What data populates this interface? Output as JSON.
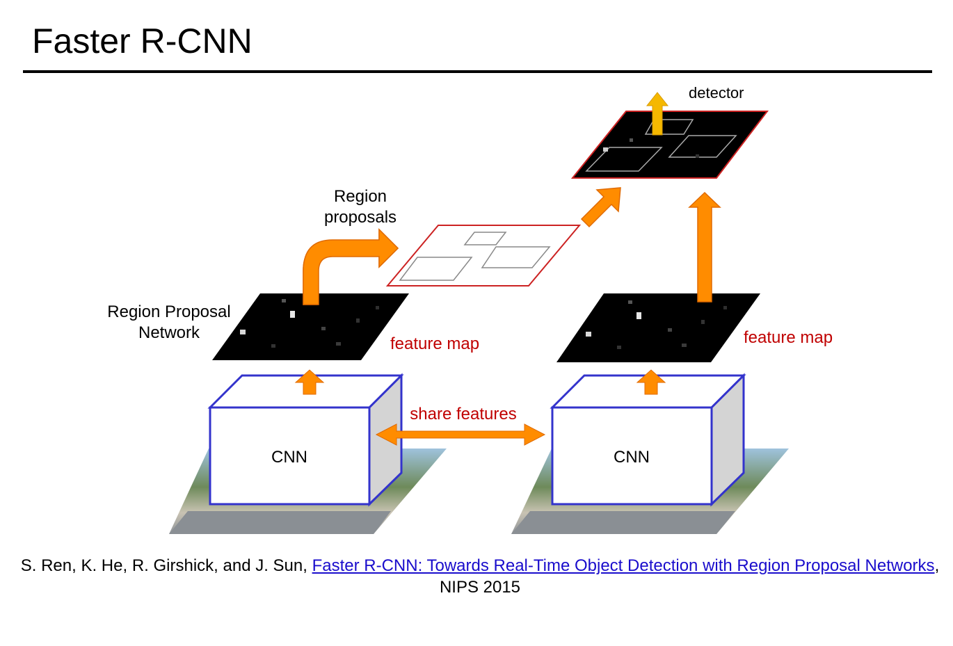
{
  "slide": {
    "title": "Faster R-CNN"
  },
  "labels": {
    "detector": "detector",
    "region_proposals_1": "Region",
    "region_proposals_2": "proposals",
    "rpn_1": "Region Proposal",
    "rpn_2": "Network",
    "feature_map_left": "feature map",
    "feature_map_right": "feature map",
    "share_features": "share features",
    "cnn_left": "CNN",
    "cnn_right": "CNN"
  },
  "citation": {
    "authors": "S. Ren, K. He, R. Girshick, and J. Sun, ",
    "link_text": "Faster R-CNN: Towards Real-Time Object Detection with Region Proposal Networks",
    "venue": ", NIPS 2015"
  },
  "colors": {
    "feature_map": "#000000",
    "arrow_orange": "#ff8c00",
    "arrow_gold": "#f5b800",
    "cnn_border": "#3333cc",
    "proposals_border": "#cc2222",
    "label_red": "#c00000",
    "link": "#1a0dcc"
  }
}
